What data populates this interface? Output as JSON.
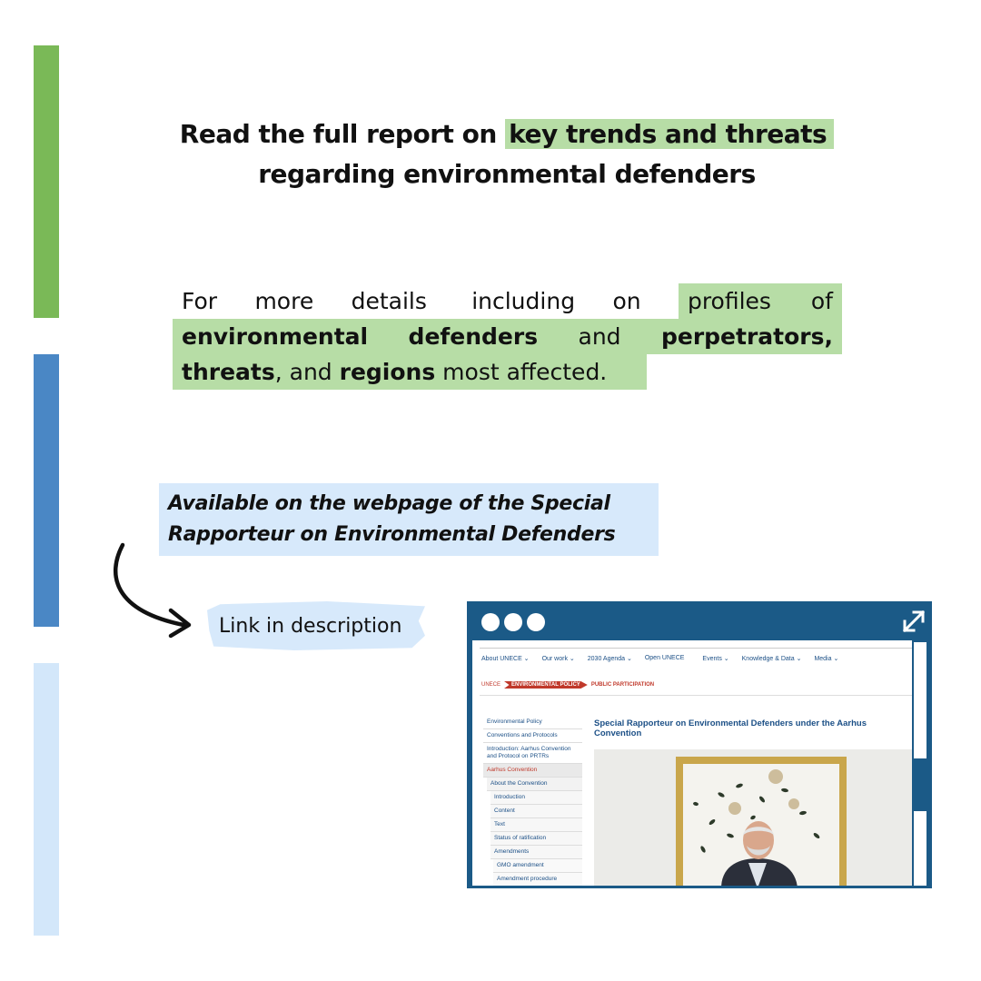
{
  "colors": {
    "green_bar": "#7ab957",
    "blue_bar": "#4a87c5",
    "light_blue_bar": "#d3e7fa",
    "highlight_green": "#b7dda6",
    "highlight_blue": "#d7e9fb",
    "browser_frame": "#1b5a87"
  },
  "headline": {
    "part1": "Read the full report on ",
    "highlight": "key trends and threats",
    "part2": "regarding environmental defenders"
  },
  "details": {
    "line1": [
      "For",
      "more",
      "details ",
      "including",
      "on"
    ],
    "line1_highlight": [
      "profiles",
      "of"
    ],
    "line2": [
      "environmental",
      "defenders",
      "and",
      "perpetrators,"
    ],
    "line3": [
      "threats",
      ", and ",
      "regions",
      " most affected."
    ]
  },
  "available_text": {
    "line1": "Available on the webpage of the Special",
    "line2": "Rapporteur on Environmental Defenders"
  },
  "link_label": "Link in description",
  "browser": {
    "expand_icon": "expand-arrows-icon",
    "nav": [
      "About UNECE ⌄",
      "Our work ⌄",
      "2030 Agenda ⌄",
      "Open UNECE",
      "Events ⌄",
      "Knowledge & Data ⌄",
      "Media ⌄"
    ],
    "breadcrumbs": [
      "UNECE",
      "ENVIRONMENTAL POLICY",
      "PUBLIC PARTICIPATION"
    ],
    "menu": [
      "Environmental Policy",
      "Conventions and Protocols",
      "Introduction: Aarhus Convention and Protocol on PRTRs",
      "Aarhus Convention",
      "About the Convention",
      "Introduction",
      "Content",
      "Text",
      "Status of ratification",
      "Amendments",
      "GMO amendment",
      "Amendment procedure"
    ],
    "article_title": "Special Rapporteur on Environmental Defenders under the Aarhus Convention"
  }
}
